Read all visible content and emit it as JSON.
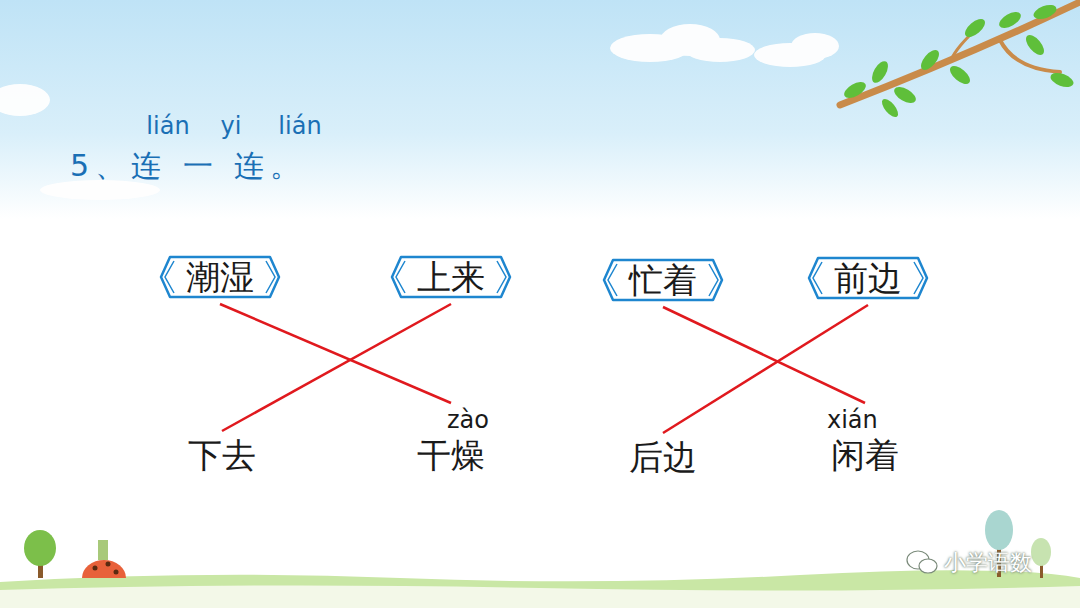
{
  "diagram": {
    "title": "5、连 一 连。",
    "nodes": [
      {
        "text": [
          "潮湿"
        ]
      },
      {
        "text": [
          "上来"
        ]
      },
      {
        "text": [
          "忙着"
        ]
      },
      {
        "text": [
          "前边"
        ]
      },
      {
        "text": [
          "下去"
        ]
      },
      {
        "text": [
          "zào",
          "干燥"
        ]
      },
      {
        "text": [
          "后边"
        ]
      },
      {
        "text": [
          "xián",
          "闲着"
        ]
      }
    ],
    "edges": [
      {
        "from": 0,
        "to": 5,
        "arrow": "none"
      },
      {
        "from": 1,
        "to": 4,
        "arrow": "none"
      },
      {
        "from": 2,
        "to": 7,
        "arrow": "none"
      },
      {
        "from": 3,
        "to": 6,
        "arrow": "none"
      }
    ],
    "labels": [
      "lián",
      "yi",
      "lián",
      "小学语数"
    ]
  }
}
